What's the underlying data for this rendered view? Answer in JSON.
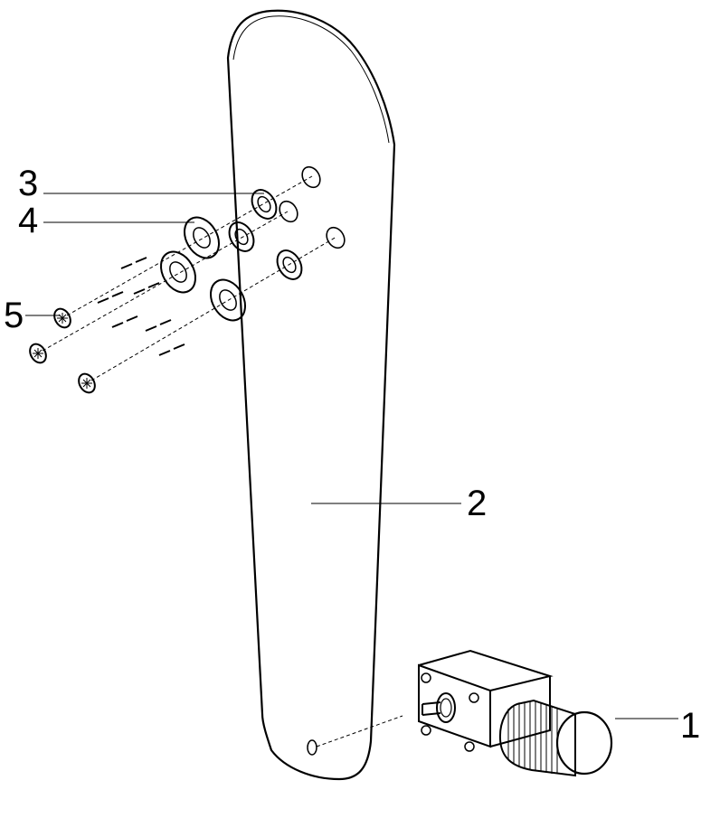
{
  "diagram": {
    "callouts": {
      "motor": "1",
      "plate": "2",
      "bearing": "3",
      "flange": "4",
      "screw": "5"
    }
  }
}
